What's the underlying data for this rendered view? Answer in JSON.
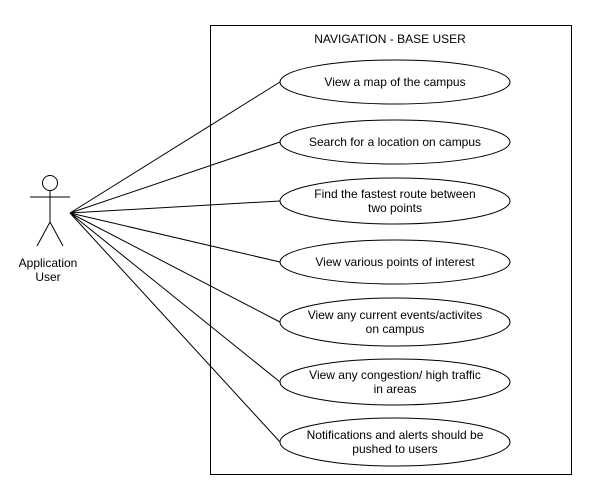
{
  "system": {
    "title": "NAVIGATION - BASE USER"
  },
  "actor": {
    "label_lines": [
      "Application",
      "User"
    ]
  },
  "use_cases": [
    {
      "lines": [
        "View a map of the campus"
      ]
    },
    {
      "lines": [
        "Search for a location on campus"
      ]
    },
    {
      "lines": [
        "Find the fastest route between",
        "two points"
      ]
    },
    {
      "lines": [
        "View various points of interest"
      ]
    },
    {
      "lines": [
        "View any current events/activites",
        "on campus"
      ]
    },
    {
      "lines": [
        "View any congestion/ high traffic",
        "in areas"
      ]
    },
    {
      "lines": [
        "Notifications and alerts should be",
        "pushed to users"
      ]
    }
  ]
}
